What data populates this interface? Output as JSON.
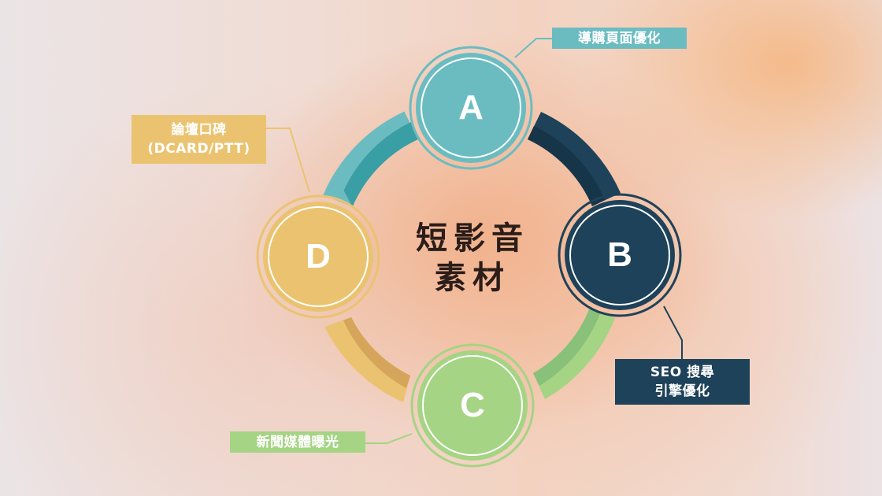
{
  "title": {
    "line1": "短影音",
    "line2": "素材"
  },
  "nodes": [
    {
      "id": "A",
      "letter": "A",
      "color": "#6bbcc1",
      "dark": "#3a9ea5",
      "label_lines": [
        "導購頁面優化"
      ]
    },
    {
      "id": "B",
      "letter": "B",
      "color": "#1e4259",
      "dark": "#173548",
      "label_lines": [
        "SEO 搜尋",
        "引擎優化"
      ]
    },
    {
      "id": "C",
      "letter": "C",
      "color": "#a5d484",
      "dark": "#89c07a",
      "label_lines": [
        "新聞媒體曝光"
      ]
    },
    {
      "id": "D",
      "letter": "D",
      "color": "#ebc370",
      "dark": "#d4a55a",
      "label_lines": [
        "論壇口碑",
        "(DCARD/PTT)"
      ]
    }
  ],
  "colors": {
    "teal": "#6bbcc1",
    "navy": "#1e4259",
    "green": "#a5d484",
    "gold": "#ebc370",
    "title_text": "#2b1d19"
  }
}
